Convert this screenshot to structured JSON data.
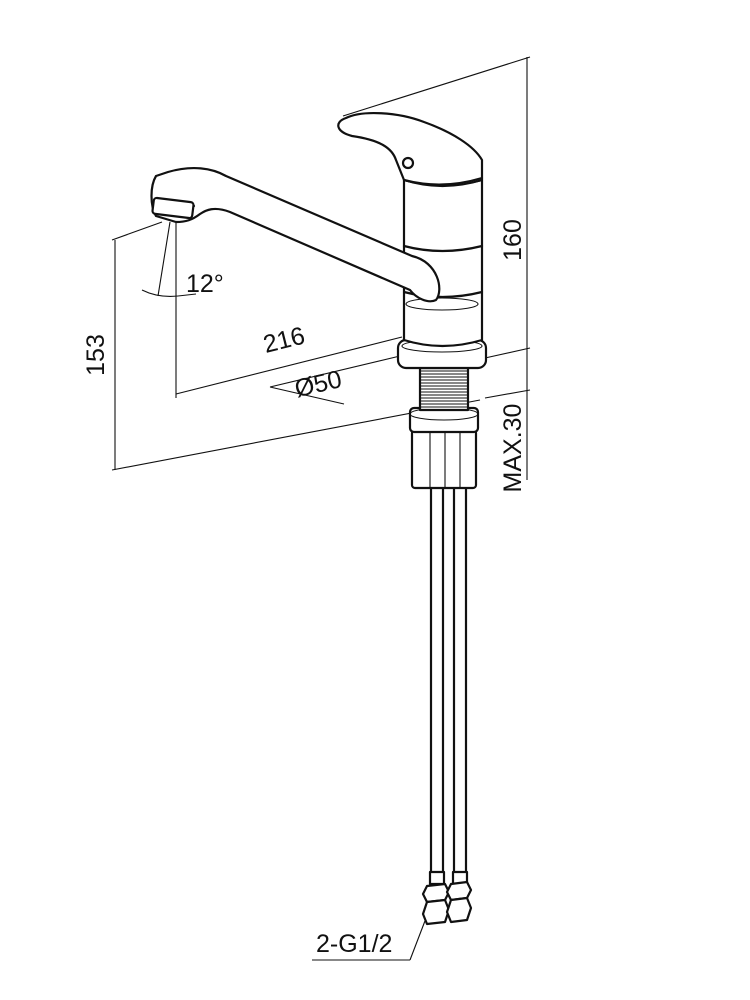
{
  "dimensions": {
    "height_overall": "160",
    "spout_height": "153",
    "spout_reach": "216",
    "spout_angle": "12°",
    "base_diameter": "Ø50",
    "max_countertop": "MAX.30",
    "connection": "2-G1/2"
  },
  "colors": {
    "line": "#111111",
    "background": "#ffffff"
  }
}
